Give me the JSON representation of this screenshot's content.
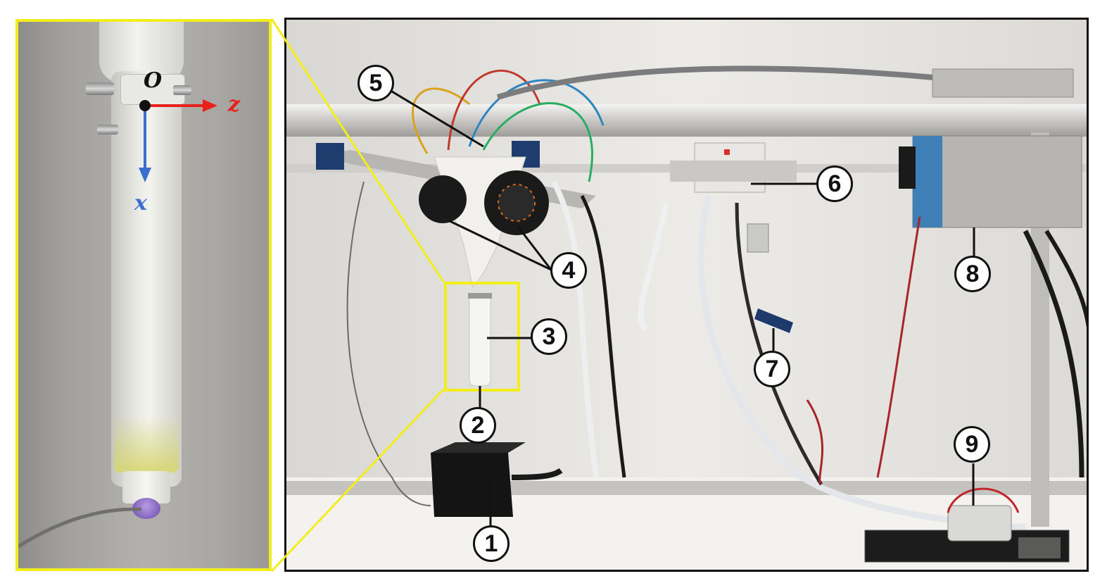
{
  "inset": {
    "origin_label": "O",
    "z_axis_label": "z",
    "x_axis_label": "x",
    "z_axis_color": "#e8211b",
    "x_axis_color": "#3a6fd0",
    "frame_color": "#f2ee1b"
  },
  "callouts": {
    "c1": "1",
    "c2": "2",
    "c3": "3",
    "c4": "4",
    "c5": "5",
    "c6": "6",
    "c7": "7",
    "c8": "8",
    "c9": "9"
  }
}
